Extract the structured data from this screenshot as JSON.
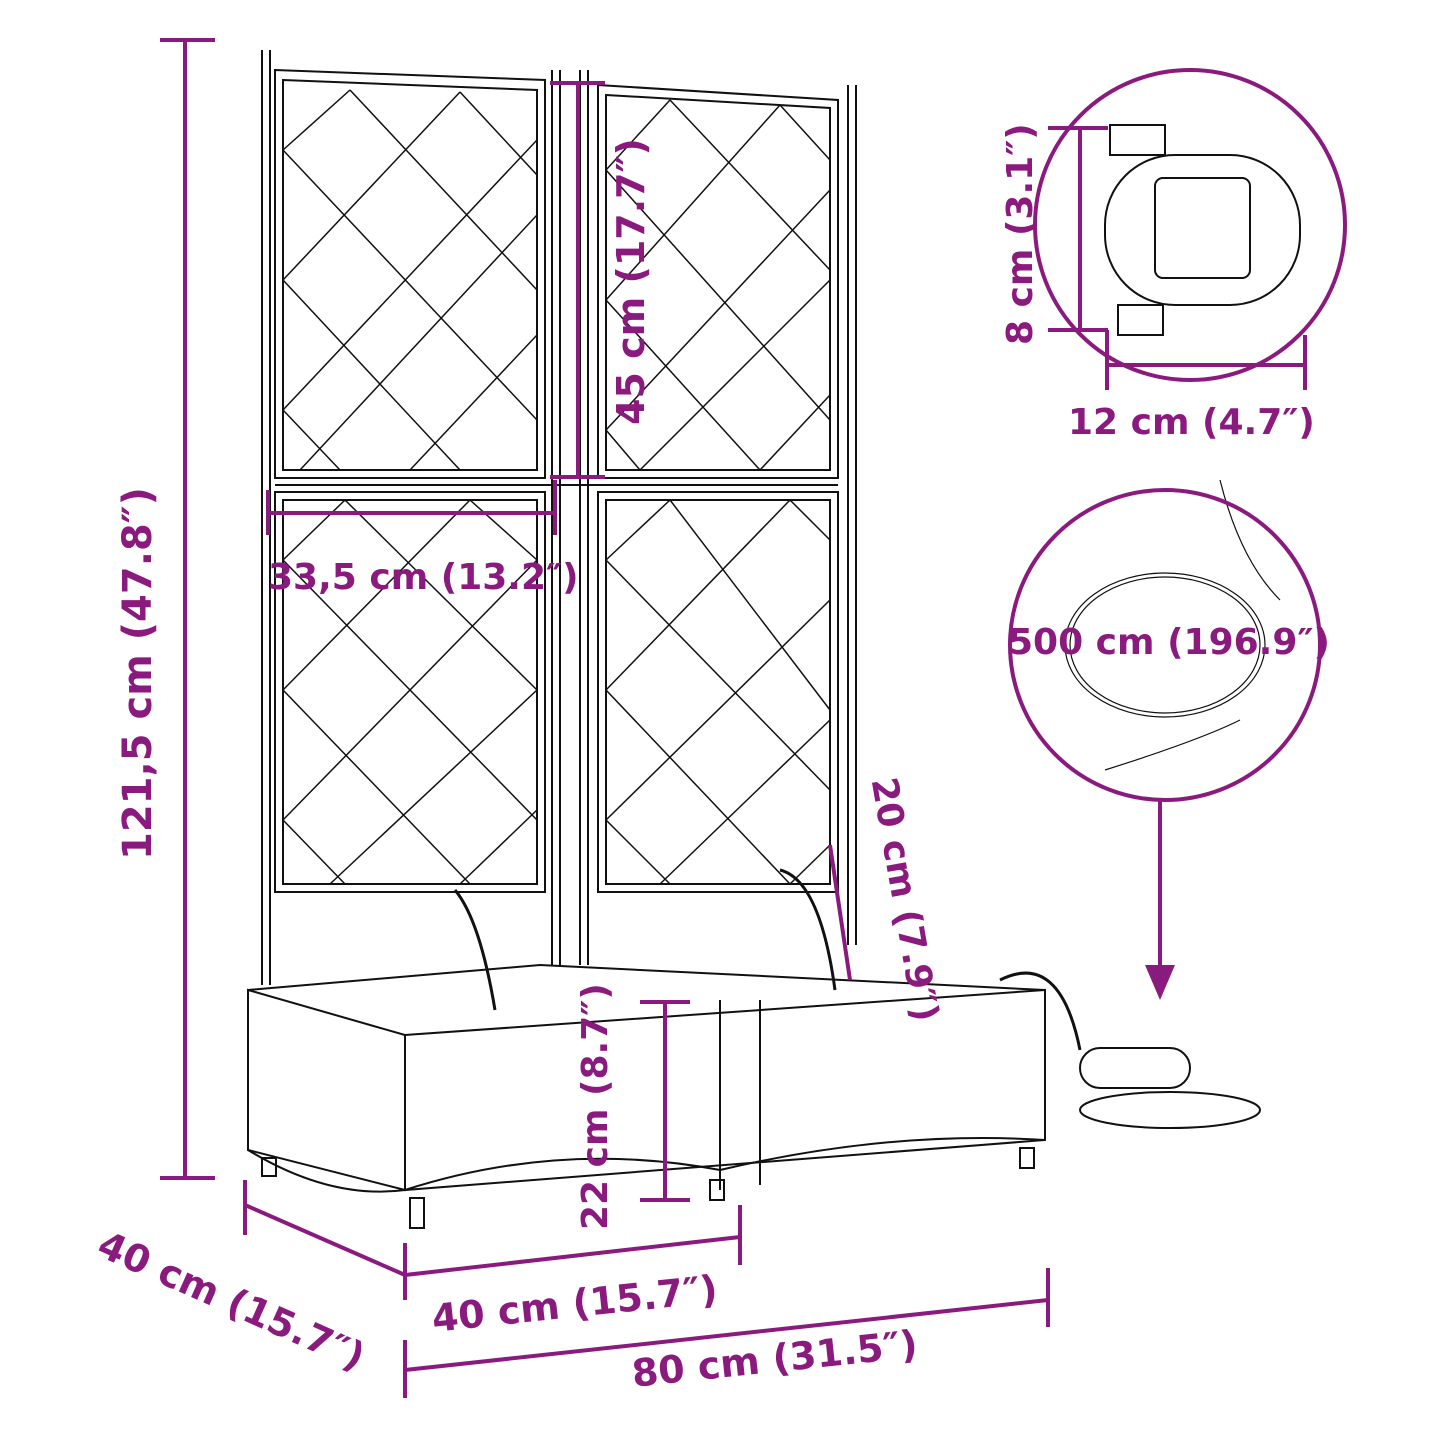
{
  "accent_color": "#8b1a7f",
  "line_color": "#111111",
  "dimensions": {
    "total_height": "121,5 cm (47.8″)",
    "trellis_panel_height": "45 cm (17.7″)",
    "trellis_panel_width": "33,5 cm (13.2″)",
    "depth": "40 cm (15.7″)",
    "section_width": "40 cm (15.7″)",
    "total_width": "80 cm (31.5″)",
    "planter_height": "22 cm (8.7″)",
    "stake_height": "20 cm (7.9″)",
    "timer_height": "8 cm (3.1″)",
    "timer_width": "12 cm (4.7″)",
    "hose_length": "500 cm (196.9″)"
  },
  "callouts": [
    {
      "name": "water-timer-detail",
      "label_ref": "timer"
    },
    {
      "name": "hose-coil-detail",
      "label_ref": "hose"
    }
  ]
}
